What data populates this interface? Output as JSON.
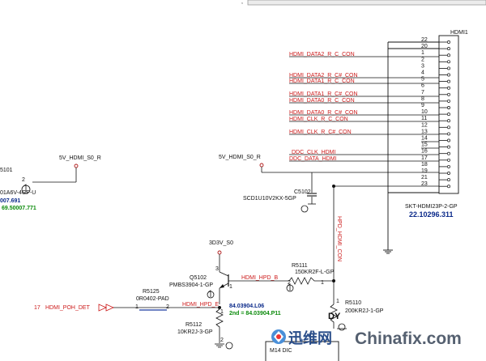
{
  "connector": {
    "ref": "HDMI1",
    "part": "SKT-HDMI23P-2-GP",
    "part_number": "22.10296.311",
    "pins": [
      "22",
      "20",
      "1",
      "2",
      "3",
      "4",
      "5",
      "6",
      "7",
      "8",
      "9",
      "10",
      "11",
      "12",
      "13",
      "14",
      "15",
      "16",
      "17",
      "18",
      "19",
      "21",
      "23"
    ]
  },
  "nets": {
    "data2_p": "HDMI_DATA2_R_C_CON",
    "data2_n": "HDMI_DATA2_R_C#_CON",
    "data1_p": "HDMI_DATA1_R_C_CON",
    "data1_n": "HDMI_DATA1_R_C#_CON",
    "data0_p": "HDMI_DATA0_R_C_CON",
    "data0_n": "HDMI_DATA0_R_C#_CON",
    "clk_p": "HDMI_CLK_R_C_CON",
    "clk_n": "HDMI_CLK_R_C#_CON",
    "ddc_clk": "DDC_CLK_HDMI",
    "ddc_data": "DDC_DATA_HDMI",
    "hpd_con": "HPD_HDMI_CON",
    "hpd_b": "HDMI_HPD_B",
    "hpd_e": "HDMI_HPD_E",
    "poh_det": "HDMI_POH_DET",
    "poh_det_sheet": "17",
    "pwr_left": "5V_HDMI_S0_R",
    "pwr_mid": "5V_HDMI_S0_R",
    "pwr_3v3": "3D3V_S0"
  },
  "components": {
    "left_ref": "5101",
    "left_part": "01A6V-4GP-U",
    "left_pin": "2",
    "left_pn": "007.691",
    "left_pn2": "69.50007.771",
    "c5102_ref": "C5102",
    "c5102_part": "SCD1U10V2KX-5GP",
    "q5102_ref": "Q5102",
    "q5102_part": "PMBS3904-1-GP",
    "q5102_pn": "84.03904.L06",
    "q5102_pn2": "2nd = 84.03904.P11",
    "q5102_pin3": "3",
    "q5102_pin1": "1",
    "r5111_ref": "R5111",
    "r5111_part": "150KR2F-L-GP",
    "r5111_pin2": "2",
    "r5111_pin1": "1",
    "r5110_ref": "R5110",
    "r5110_part": "200KR2J-1-GP",
    "r5110_pin": "1",
    "r5125_ref": "R5125",
    "r5125_part": "0R0402-PAD",
    "r5125_pin1": "1",
    "r5125_pin2": "2",
    "r5112_ref": "R5112",
    "r5112_part": "10KR2J-3-GP",
    "r5112_pin1": "1",
    "r5112_pin2": "2",
    "dy_mark": "DY",
    "m14_label": "M14 DIC"
  },
  "watermark": {
    "cn": "迅维网",
    "en": "Chinafix.com"
  },
  "colors": {
    "net_red": "#cc1a1a",
    "wire": "#111111",
    "pn_green": "#0a8a0a",
    "pn_blue": "#0b2a8a"
  }
}
